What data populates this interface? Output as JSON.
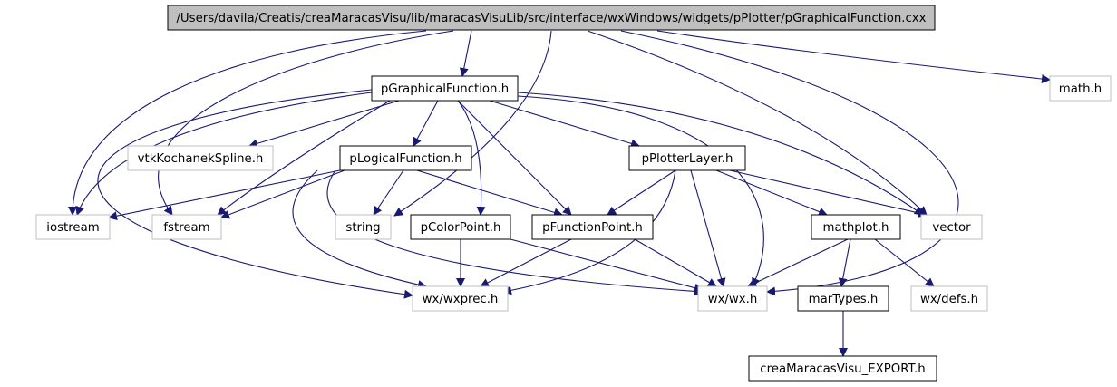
{
  "graph": {
    "colors": {
      "edge": "#191970",
      "node_fill": "#ffffff",
      "root_fill": "#bfbfbf",
      "solid_border": "#000000",
      "external_border": "#bfbfbf",
      "text": "#000000"
    },
    "nodes": [
      {
        "id": "root",
        "label": "/Users/davila/Creatis/creaMaracasVisu/lib/maracasVisuLib/src/interface/wxWindows/widgets/pPlotter/pGraphicalFunction.cxx",
        "kind": "root"
      },
      {
        "id": "pgf",
        "label": "pGraphicalFunction.h",
        "kind": "header"
      },
      {
        "id": "math",
        "label": "math.h",
        "kind": "external"
      },
      {
        "id": "vtk",
        "label": "vtkKochanekSpline.h",
        "kind": "external"
      },
      {
        "id": "plf",
        "label": "pLogicalFunction.h",
        "kind": "header"
      },
      {
        "id": "ppl",
        "label": "pPlotterLayer.h",
        "kind": "header"
      },
      {
        "id": "iostream",
        "label": "iostream",
        "kind": "external"
      },
      {
        "id": "fstream",
        "label": "fstream",
        "kind": "external"
      },
      {
        "id": "string",
        "label": "string",
        "kind": "external"
      },
      {
        "id": "pcp",
        "label": "pColorPoint.h",
        "kind": "header"
      },
      {
        "id": "pfp",
        "label": "pFunctionPoint.h",
        "kind": "header"
      },
      {
        "id": "mathplot",
        "label": "mathplot.h",
        "kind": "header"
      },
      {
        "id": "vector",
        "label": "vector",
        "kind": "external"
      },
      {
        "id": "wxprec",
        "label": "wx/wxprec.h",
        "kind": "external"
      },
      {
        "id": "wxwx",
        "label": "wx/wx.h",
        "kind": "external"
      },
      {
        "id": "martypes",
        "label": "marTypes.h",
        "kind": "header"
      },
      {
        "id": "wxdefs",
        "label": "wx/defs.h",
        "kind": "external"
      },
      {
        "id": "export",
        "label": "creaMaracasVisu_EXPORT.h",
        "kind": "header"
      }
    ],
    "edges": [
      [
        "root",
        "pgf"
      ],
      [
        "root",
        "math"
      ],
      [
        "root",
        "iostream"
      ],
      [
        "root",
        "fstream"
      ],
      [
        "root",
        "string"
      ],
      [
        "root",
        "vector"
      ],
      [
        "root",
        "wxwx"
      ],
      [
        "pgf",
        "iostream"
      ],
      [
        "pgf",
        "fstream"
      ],
      [
        "pgf",
        "vtk"
      ],
      [
        "pgf",
        "plf"
      ],
      [
        "pgf",
        "ppl"
      ],
      [
        "pgf",
        "pcp"
      ],
      [
        "pgf",
        "pfp"
      ],
      [
        "pgf",
        "vector"
      ],
      [
        "pgf",
        "wxprec"
      ],
      [
        "pgf",
        "wxwx"
      ],
      [
        "plf",
        "iostream"
      ],
      [
        "plf",
        "fstream"
      ],
      [
        "plf",
        "string"
      ],
      [
        "plf",
        "pfp"
      ],
      [
        "plf",
        "wxprec"
      ],
      [
        "plf",
        "wxwx"
      ],
      [
        "ppl",
        "pfp"
      ],
      [
        "ppl",
        "mathplot"
      ],
      [
        "ppl",
        "vector"
      ],
      [
        "ppl",
        "wxprec"
      ],
      [
        "ppl",
        "wxwx"
      ],
      [
        "pcp",
        "wxprec"
      ],
      [
        "pcp",
        "wxwx"
      ],
      [
        "pfp",
        "wxprec"
      ],
      [
        "pfp",
        "wxwx"
      ],
      [
        "mathplot",
        "wxwx"
      ],
      [
        "mathplot",
        "martypes"
      ],
      [
        "mathplot",
        "wxdefs"
      ],
      [
        "martypes",
        "export"
      ]
    ]
  }
}
